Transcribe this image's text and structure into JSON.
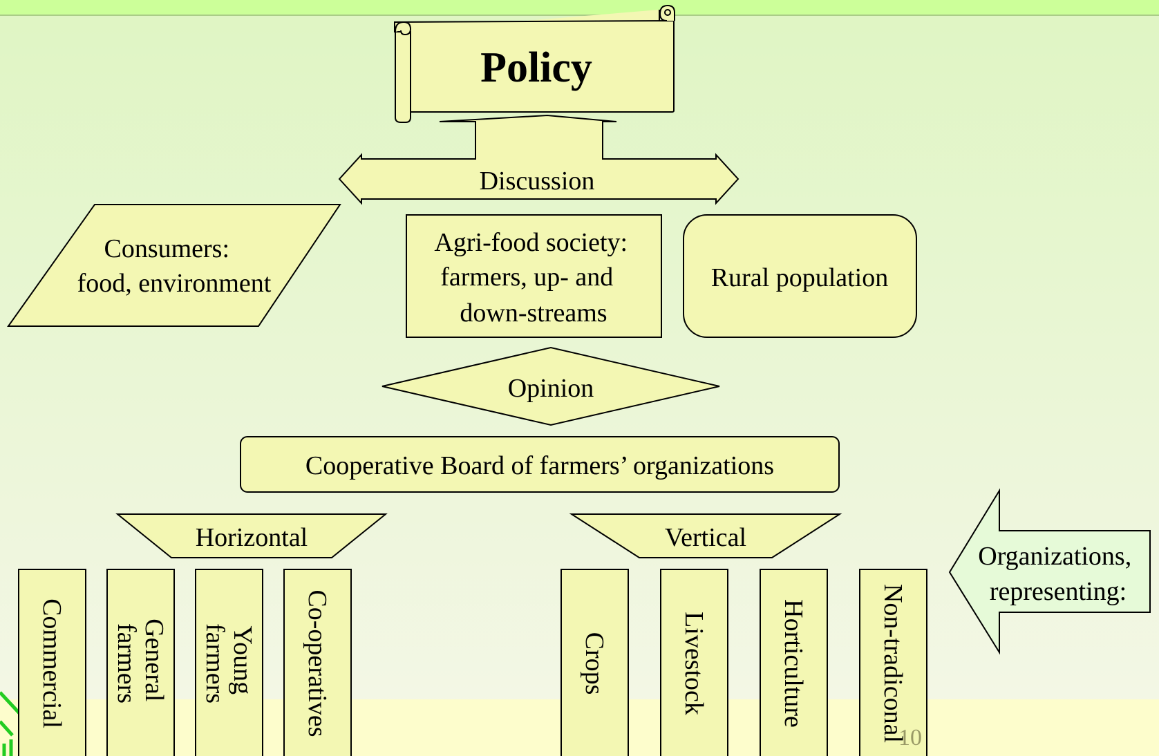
{
  "title": "Policy",
  "discussion": "Discussion",
  "groups": {
    "consumers": [
      "Consumers:",
      "food, environment"
    ],
    "agrifood": [
      "Agri-food society:",
      "farmers, up- and",
      "down-streams"
    ],
    "rural": "Rural population"
  },
  "opinion": "Opinion",
  "board": "Cooperative Board of farmers’ organizations",
  "horizontal": {
    "label": "Horizontal",
    "items": [
      {
        "lines": [
          "Commercial"
        ]
      },
      {
        "lines": [
          "General",
          "farmers"
        ]
      },
      {
        "lines": [
          "Young",
          "farmers"
        ]
      },
      {
        "lines": [
          "Co-operatives"
        ]
      }
    ]
  },
  "vertical": {
    "label": "Vertical",
    "items": [
      {
        "lines": [
          "Crops"
        ]
      },
      {
        "lines": [
          "Livestock"
        ]
      },
      {
        "lines": [
          "Horticulture"
        ]
      },
      {
        "lines": [
          "Non-tradiconal"
        ]
      }
    ]
  },
  "organizations": [
    "Organizations,",
    "representing:"
  ],
  "page_number": "10",
  "colors": {
    "shape_fill": "#f3f7b3",
    "arrow_fill": "#e6fad8",
    "stroke": "#000000",
    "top_bar": "#ccff99",
    "footer": "#fdfdcc",
    "logo": "#22cc22"
  }
}
